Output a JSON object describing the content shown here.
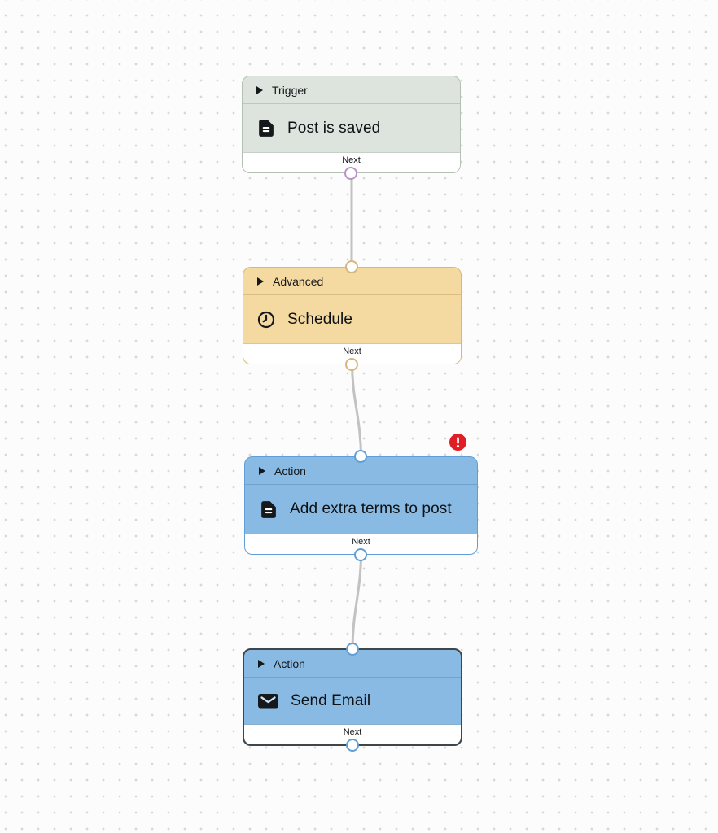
{
  "canvas": {
    "type": "workflow-editor",
    "background_color": "#fcfcfc",
    "dot_grid_color": "#d8d8d8",
    "edge_color": "#c2c2c2"
  },
  "nodes": [
    {
      "category": "Trigger",
      "title": "Post is saved",
      "icon": "document-icon",
      "output_label": "Next",
      "fill_color": "#dde4dd",
      "border_color": "#b4c0b4",
      "port_color": "#bb92c6",
      "has_error": false,
      "selected": false
    },
    {
      "category": "Advanced",
      "title": "Schedule",
      "icon": "clock-icon",
      "output_label": "Next",
      "fill_color": "#f4d9a0",
      "border_color": "#d8b87a",
      "port_color": "#d6b67c",
      "has_error": false,
      "selected": false
    },
    {
      "category": "Action",
      "title": "Add extra terms to post",
      "icon": "document-icon",
      "output_label": "Next",
      "fill_color": "#89bae3",
      "border_color": "#5f9ed6",
      "port_color": "#5f9ed6",
      "has_error": true,
      "error_badge_color": "#e01e25",
      "selected": false
    },
    {
      "category": "Action",
      "title": "Send Email",
      "icon": "envelope-icon",
      "output_label": "Next",
      "fill_color": "#89bae3",
      "border_color": "#3f4549",
      "port_color": "#5f9ed6",
      "has_error": false,
      "selected": true
    }
  ]
}
